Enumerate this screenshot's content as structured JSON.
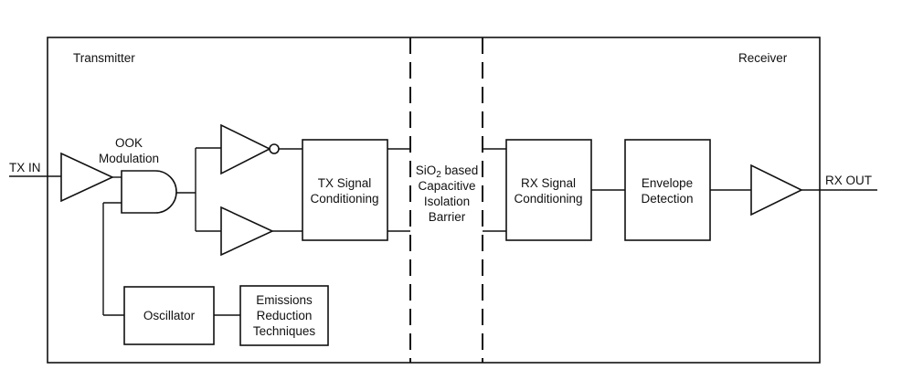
{
  "regions": {
    "transmitter": "Transmitter",
    "receiver": "Receiver"
  },
  "signals": {
    "tx_in": "TX IN",
    "rx_out": "RX OUT"
  },
  "modulation": {
    "line1": "OOK",
    "line2": "Modulation"
  },
  "blocks": {
    "tx_conditioning": {
      "line1": "TX Signal",
      "line2": "Conditioning"
    },
    "rx_conditioning": {
      "line1": "RX Signal",
      "line2": "Conditioning"
    },
    "envelope_detection": {
      "line1": "Envelope",
      "line2": "Detection"
    },
    "oscillator": "Oscillator",
    "emissions": {
      "line1": "Emissions",
      "line2": "Reduction",
      "line3": "Techniques"
    }
  },
  "barrier": {
    "line1_prefix": "SiO",
    "line1_sub": "2",
    "line1_suffix": " based",
    "line2": "Capacitive",
    "line3": "Isolation",
    "line4": "Barrier"
  }
}
